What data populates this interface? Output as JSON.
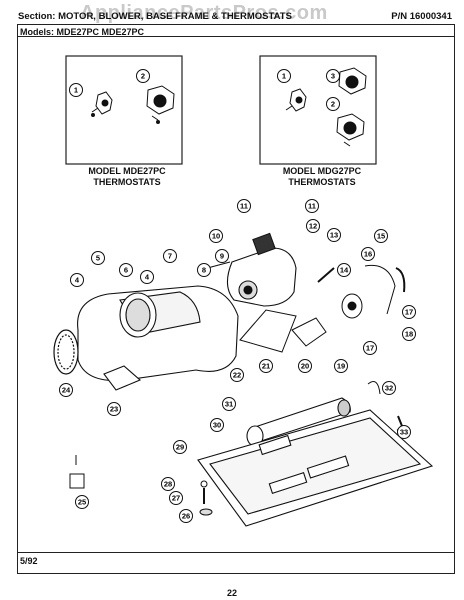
{
  "header": {
    "section": "Section: MOTOR, BLOWER, BASE FRAME & THERMOSTATS",
    "part_number": "P/N 16000341"
  },
  "watermark": "AppliancePartsPros.com",
  "models_line": "Models:  MDE27PC   MDE27PC",
  "inset_left": {
    "title": "MODEL MDE27PC",
    "subtitle": "THERMOSTATS",
    "callouts": [
      "1",
      "2"
    ]
  },
  "inset_right": {
    "title": "MODEL MDG27PC",
    "subtitle": "THERMOSTATS",
    "callouts": [
      "1",
      "3",
      "2"
    ]
  },
  "callouts": [
    "11",
    "11",
    "10",
    "12",
    "13",
    "15",
    "9",
    "16",
    "7",
    "14",
    "5",
    "6",
    "4",
    "4",
    "8",
    "17",
    "18",
    "17",
    "20",
    "19",
    "21",
    "22",
    "24",
    "23",
    "32",
    "31",
    "30",
    "29",
    "33",
    "25",
    "28",
    "27",
    "26"
  ],
  "footer": {
    "date": "5/92",
    "page": "22"
  }
}
